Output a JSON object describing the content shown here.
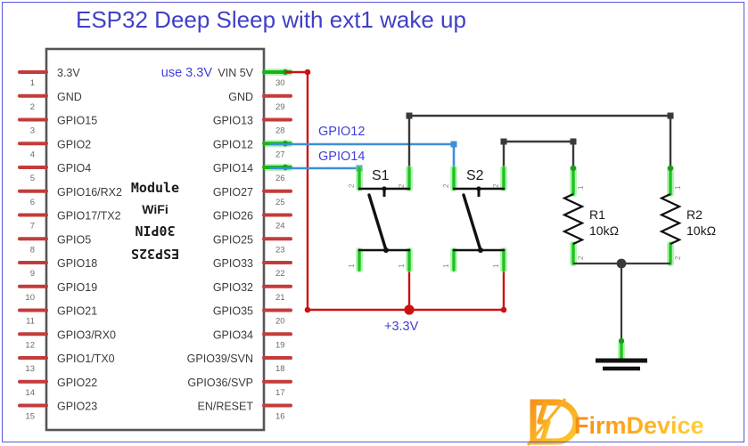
{
  "title": "ESP32 Deep Sleep with ext1 wake up",
  "colors": {
    "title": "#4040c8",
    "net_label": "#4040d8",
    "wire_power": "#cc1111",
    "wire_signal": "#3d8fd8",
    "wire_plain": "#3a3a3a",
    "pin_unconnected": "#c43b3b",
    "pin_connected": "#17b317",
    "frame": "#5a5ad6",
    "logo_start": "#f5a21e",
    "logo_end": "#ffd23a"
  },
  "module": {
    "lines": [
      "Module",
      "WiFi",
      "30PIN",
      "ESP32S"
    ],
    "left_pins": [
      {
        "num": "1",
        "label": "3.3V",
        "connected": false
      },
      {
        "num": "2",
        "label": "GND",
        "connected": false
      },
      {
        "num": "3",
        "label": "GPIO15",
        "connected": false
      },
      {
        "num": "4",
        "label": "GPIO2",
        "connected": false
      },
      {
        "num": "5",
        "label": "GPIO4",
        "connected": false
      },
      {
        "num": "6",
        "label": "GPIO16/RX2",
        "connected": false
      },
      {
        "num": "7",
        "label": "GPIO17/TX2",
        "connected": false
      },
      {
        "num": "8",
        "label": "GPIO5",
        "connected": false
      },
      {
        "num": "9",
        "label": "GPIO18",
        "connected": false
      },
      {
        "num": "10",
        "label": "GPIO19",
        "connected": false
      },
      {
        "num": "11",
        "label": "GPIO21",
        "connected": false
      },
      {
        "num": "12",
        "label": "GPIO3/RX0",
        "connected": false
      },
      {
        "num": "13",
        "label": "GPIO1/TX0",
        "connected": false
      },
      {
        "num": "14",
        "label": "GPIO22",
        "connected": false
      },
      {
        "num": "15",
        "label": "GPIO23",
        "connected": false
      }
    ],
    "right_pins": [
      {
        "num": "30",
        "label": "VIN 5V",
        "connected": true
      },
      {
        "num": "29",
        "label": "GND",
        "connected": false
      },
      {
        "num": "28",
        "label": "GPIO13",
        "connected": false
      },
      {
        "num": "27",
        "label": "GPIO12",
        "connected": true
      },
      {
        "num": "26",
        "label": "GPIO14",
        "connected": true
      },
      {
        "num": "25",
        "label": "GPIO27",
        "connected": false
      },
      {
        "num": "24",
        "label": "GPIO26",
        "connected": false
      },
      {
        "num": "23",
        "label": "GPIO25",
        "connected": false
      },
      {
        "num": "22",
        "label": "GPIO33",
        "connected": false
      },
      {
        "num": "21",
        "label": "GPIO32",
        "connected": false
      },
      {
        "num": "20",
        "label": "GPIO35",
        "connected": false
      },
      {
        "num": "19",
        "label": "GPIO34",
        "connected": false
      },
      {
        "num": "18",
        "label": "GPIO39/SVN",
        "connected": false
      },
      {
        "num": "17",
        "label": "GPIO36/SVP",
        "connected": false
      },
      {
        "num": "16",
        "label": "EN/RESET",
        "connected": false
      }
    ]
  },
  "annotations": {
    "use_3v3": "use 3.3V",
    "power_rail": "+3.3V",
    "net_gpio12": "GPIO12",
    "net_gpio14": "GPIO14"
  },
  "switches": [
    {
      "ref": "S1",
      "term_top_left": "2",
      "term_top_right": "2",
      "term_bot_left": "1",
      "term_bot_right": "1"
    },
    {
      "ref": "S2",
      "term_top_left": "2",
      "term_top_right": "2",
      "term_bot_left": "1",
      "term_bot_right": "1"
    }
  ],
  "resistors": [
    {
      "ref": "R1",
      "value": "10kΩ",
      "term_top": "1",
      "term_bot": "2"
    },
    {
      "ref": "R2",
      "value": "10kΩ",
      "term_top": "1",
      "term_bot": "2"
    }
  ],
  "logo": {
    "text": "FirmDevice",
    "mark": "lightning-bolt-d"
  }
}
